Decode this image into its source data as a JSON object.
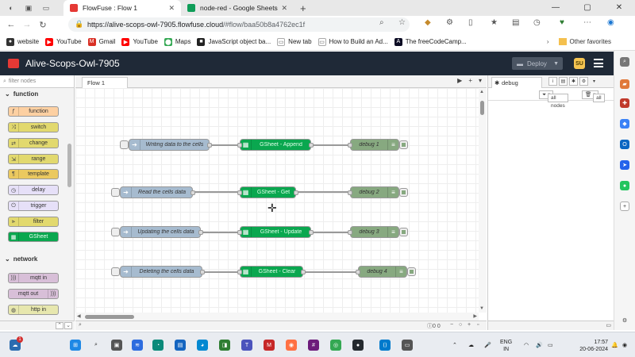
{
  "browser": {
    "tabs": [
      {
        "title": "FlowFuse : Flow 1",
        "active": true,
        "color": "#e53935"
      },
      {
        "title": "node-red - Google Sheets",
        "active": false,
        "color": "#0f9d58"
      }
    ],
    "url_main": "https://alive-scops-owl-7905.flowfuse.cloud",
    "url_rest": "/#flow/baa50b8a4762ec1f",
    "bookmarks": [
      "website",
      "YouTube",
      "Gmail",
      "YouTube",
      "Maps",
      "JavaScript object ba...",
      "New tab",
      "How to Build an Ad...",
      "The freeCodeCamp..."
    ],
    "other_favorites": "Other favorites"
  },
  "nodered": {
    "title": "Alive-Scops-Owl-7905",
    "deploy_label": "Deploy",
    "avatar_initials": "SU",
    "filter_placeholder": "filter nodes",
    "categories": {
      "function": "function",
      "network": "network"
    },
    "palette_nodes": [
      "function",
      "switch",
      "change",
      "range",
      "template",
      "delay",
      "trigger",
      "filter",
      "GSheet"
    ],
    "network_nodes": [
      "mqtt in",
      "mqtt out",
      "http in"
    ],
    "flow_tab": "Flow 1",
    "sidebar_tab": "debug",
    "sidebar_filter_nodes": "all nodes",
    "sidebar_filter_all": "all",
    "footer_counts": "0 0"
  },
  "flow": {
    "rows": [
      {
        "inject": "Writing data to the cells",
        "gsheet": "GSheet - Append",
        "debug": "debug 1"
      },
      {
        "inject": "Read the cells data",
        "gsheet": "GSheet - Get",
        "debug": "debug 2"
      },
      {
        "inject": "Updating the cells data",
        "gsheet": "GSheet - Update",
        "debug": "debug 3"
      },
      {
        "inject": "Deleting the cells data",
        "gsheet": "GSheet - Clear",
        "debug": "debug 4"
      }
    ]
  },
  "taskbar": {
    "notification_badge": "1",
    "lang_top": "ENG",
    "lang_bottom": "IN",
    "time": "17:57",
    "date": "20-06-2024"
  }
}
